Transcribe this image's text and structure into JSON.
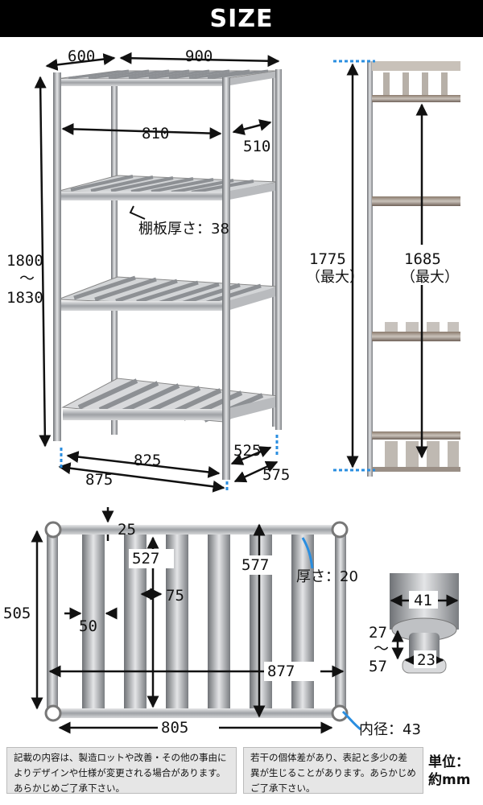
{
  "header": {
    "title": "SIZE"
  },
  "shelf_front": {
    "depth": "600",
    "width": "900",
    "inner_width": "810",
    "inner_depth": "510",
    "shelf_thickness": "棚板厚さ：38",
    "height_min": "1800",
    "height_tilde": "～",
    "height_max": "1830",
    "base_inner_width": "825",
    "base_outer_width": "875",
    "base_inner_depth": "525",
    "base_outer_depth": "575"
  },
  "shelf_side": {
    "post_height": "1775",
    "post_height_note": "（最大）",
    "span_height": "1685",
    "span_height_note": "（最大）"
  },
  "shelf_top": {
    "frame_width": "25",
    "slat_length_inner": "527",
    "slat_length_outer": "577",
    "thickness": "厚さ：20",
    "depth": "505",
    "slat_width": "50",
    "slat_gap": "75",
    "width_outer": "877",
    "width_inner": "805",
    "hole_diameter": "内径：43"
  },
  "foot": {
    "diameter": "41",
    "adjust_min": "27",
    "adjust_tilde": "～",
    "adjust_max": "57",
    "bolt": "23"
  },
  "notes": {
    "left": "記載の内容は、製造ロットや改善・その他の事由によりデザインや仕様が変更される場合があります。あらかじめご了承下さい。",
    "right": "若干の個体差があり、表記と多少の差異が生じることがあります。あらかじめご了承下さい。",
    "unit_line1": "単位：",
    "unit_line2": "約mm"
  },
  "colors": {
    "steel": "#a9abae",
    "guide": "#2a8ee0",
    "header": "#000000"
  }
}
